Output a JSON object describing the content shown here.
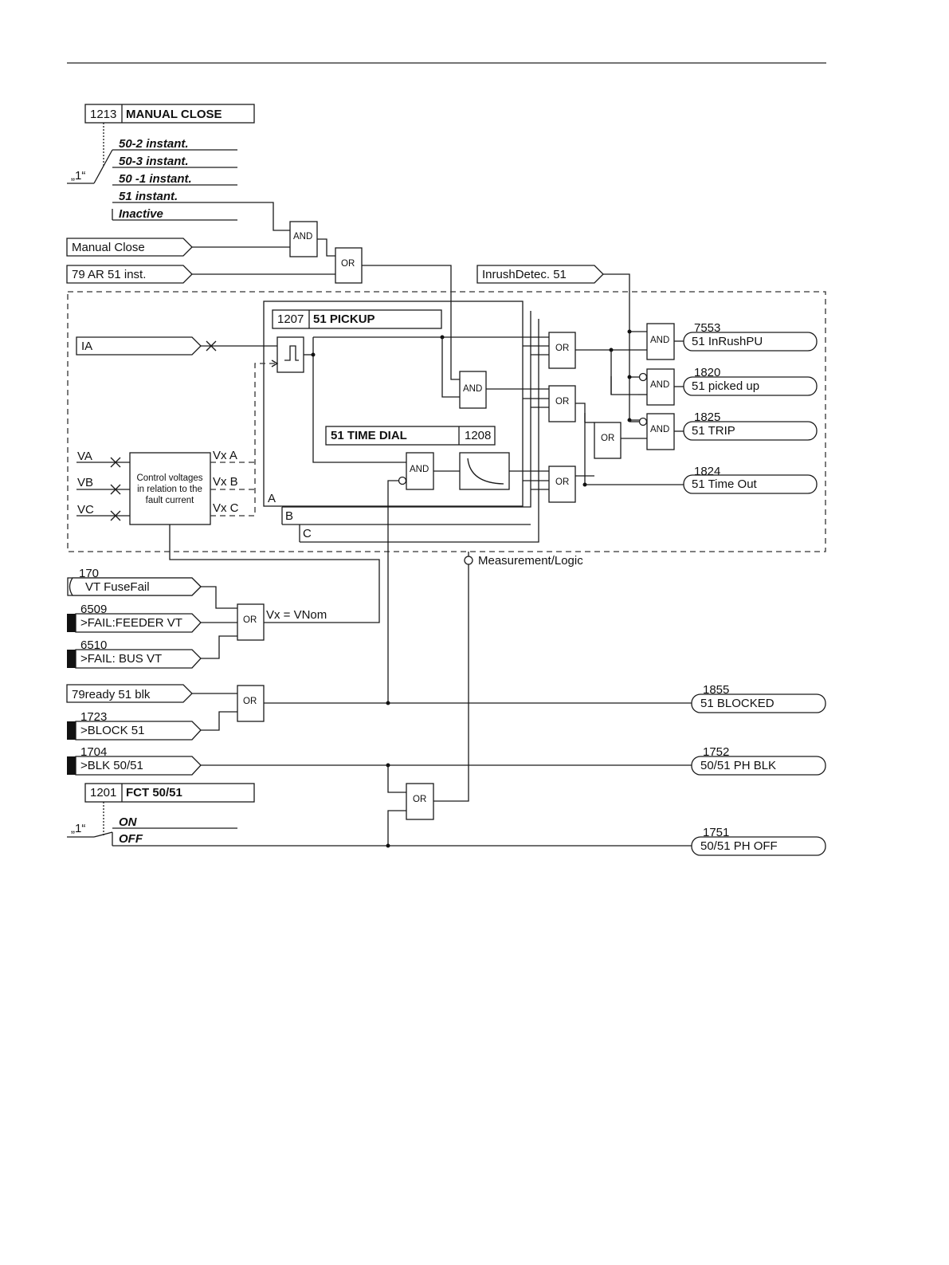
{
  "settings": {
    "manual_close": {
      "addr": "1213",
      "title": "MANUAL CLOSE",
      "options": [
        "50-2 instant.",
        "50-3 instant.",
        "50 -1 instant.",
        "51 instant.",
        "Inactive"
      ],
      "selector": "„1“"
    },
    "fct": {
      "addr": "1201",
      "title": "FCT 50/51",
      "options": [
        "ON",
        "OFF"
      ],
      "selector": "„1“"
    },
    "pickup": {
      "addr": "1207",
      "title": "51 PICKUP"
    },
    "time_dial": {
      "addr": "1208",
      "title": "51 TIME DIAL"
    }
  },
  "inputs": {
    "manual_close": "Manual Close",
    "ar_inst": "79 AR 51 inst.",
    "inrush": "InrushDetec. 51",
    "ia": "IA",
    "va": "VA",
    "vb": "VB",
    "vc": "VC",
    "vt_fusefail": {
      "num": "170",
      "label": "VT FuseFail"
    },
    "fail_feeder": {
      "num": "6509",
      "label": ">FAIL:FEEDER VT"
    },
    "fail_bus": {
      "num": "6510",
      "label": ">FAIL: BUS VT"
    },
    "ready_blk": "79ready 51 blk",
    "block51": {
      "num": "1723",
      "label": ">BLOCK 51"
    },
    "blk5051": {
      "num": "1704",
      "label": ">BLK 50/51"
    }
  },
  "outputs": {
    "inrush_pu": {
      "num": "7553",
      "label": "51 InRushPU"
    },
    "picked_up": {
      "num": "1820",
      "label": "51 picked up"
    },
    "trip": {
      "num": "1825",
      "label": "51 TRIP"
    },
    "time_out": {
      "num": "1824",
      "label": "51 Time Out"
    },
    "blocked": {
      "num": "1855",
      "label": "51 BLOCKED"
    },
    "ph_blk": {
      "num": "1752",
      "label": "50/51 PH BLK"
    },
    "ph_off": {
      "num": "1751",
      "label": "50/51 PH OFF"
    }
  },
  "gates": {
    "and": "AND",
    "or": "OR"
  },
  "control_block": {
    "lines": [
      "Control voltages",
      "in relation to the",
      "fault current"
    ]
  },
  "phases": {
    "a": "A",
    "b": "B",
    "c": "C",
    "vxa": "Vx A",
    "vxb": "Vx B",
    "vxc": "Vx C"
  },
  "labels": {
    "vx_vnom": "Vx = VNom",
    "measurement": "Measurement/Logic"
  }
}
